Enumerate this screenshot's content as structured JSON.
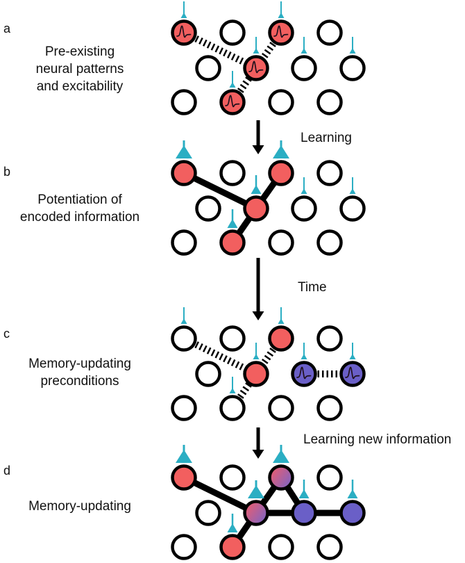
{
  "figure": {
    "colors": {
      "red": "#F25F5F",
      "purple": "#6A5FC7",
      "teal": "#2BAEC3",
      "outline": "#000000",
      "gradient_left": "#EE5C6C",
      "gradient_right": "#7A65C8",
      "background": "#FFFFFF"
    },
    "panels": [
      {
        "id": "a",
        "label": "a",
        "title_lines": [
          "Pre-existing",
          "neural patterns",
          "and excitability"
        ],
        "nodes": [
          {
            "row": 0,
            "col": 0,
            "fill": "red",
            "wave": true
          },
          {
            "row": 0,
            "col": 1,
            "fill": "white"
          },
          {
            "row": 0,
            "col": 2,
            "fill": "red",
            "wave": true
          },
          {
            "row": 0,
            "col": 3,
            "fill": "white"
          },
          {
            "row": 1,
            "col": 0,
            "fill": "white"
          },
          {
            "row": 1,
            "col": 1,
            "fill": "red",
            "wave": true
          },
          {
            "row": 1,
            "col": 2,
            "fill": "white"
          },
          {
            "row": 1,
            "col": 3,
            "fill": "white"
          },
          {
            "row": 2,
            "col": 0,
            "fill": "white"
          },
          {
            "row": 2,
            "col": 1,
            "fill": "red",
            "wave": true
          },
          {
            "row": 2,
            "col": 2,
            "fill": "white"
          },
          {
            "row": 2,
            "col": 3,
            "fill": "white"
          }
        ],
        "edges": [
          {
            "from": [
              0,
              0
            ],
            "to": [
              1,
              1
            ],
            "style": "dashed"
          },
          {
            "from": [
              0,
              2
            ],
            "to": [
              1,
              1
            ],
            "style": "dashed"
          },
          {
            "from": [
              2,
              1
            ],
            "to": [
              1,
              1
            ],
            "style": "dashed"
          }
        ],
        "triangles": [
          {
            "row": 0,
            "col": 0,
            "size": "small"
          },
          {
            "row": 0,
            "col": 2,
            "size": "small"
          },
          {
            "row": 1,
            "col": 1,
            "size": "small"
          },
          {
            "row": 1,
            "col": 2,
            "size": "small"
          },
          {
            "row": 1,
            "col": 3,
            "size": "small"
          },
          {
            "row": 2,
            "col": 1,
            "size": "small"
          }
        ]
      },
      {
        "id": "b",
        "label": "b",
        "title_lines": [
          "Potentiation of",
          "encoded information"
        ],
        "nodes": [
          {
            "row": 0,
            "col": 0,
            "fill": "red"
          },
          {
            "row": 0,
            "col": 1,
            "fill": "white"
          },
          {
            "row": 0,
            "col": 2,
            "fill": "red"
          },
          {
            "row": 0,
            "col": 3,
            "fill": "white"
          },
          {
            "row": 1,
            "col": 0,
            "fill": "white"
          },
          {
            "row": 1,
            "col": 1,
            "fill": "red"
          },
          {
            "row": 1,
            "col": 2,
            "fill": "white"
          },
          {
            "row": 1,
            "col": 3,
            "fill": "white"
          },
          {
            "row": 2,
            "col": 0,
            "fill": "white"
          },
          {
            "row": 2,
            "col": 1,
            "fill": "red"
          },
          {
            "row": 2,
            "col": 2,
            "fill": "white"
          },
          {
            "row": 2,
            "col": 3,
            "fill": "white"
          }
        ],
        "edges": [
          {
            "from": [
              0,
              0
            ],
            "to": [
              1,
              1
            ],
            "style": "solid"
          },
          {
            "from": [
              0,
              2
            ],
            "to": [
              1,
              1
            ],
            "style": "solid"
          },
          {
            "from": [
              2,
              1
            ],
            "to": [
              1,
              1
            ],
            "style": "solid"
          }
        ],
        "triangles": [
          {
            "row": 0,
            "col": 0,
            "size": "large"
          },
          {
            "row": 0,
            "col": 2,
            "size": "large"
          },
          {
            "row": 1,
            "col": 1,
            "size": "medium"
          },
          {
            "row": 1,
            "col": 2,
            "size": "small"
          },
          {
            "row": 1,
            "col": 3,
            "size": "small"
          },
          {
            "row": 2,
            "col": 1,
            "size": "medium"
          }
        ]
      },
      {
        "id": "c",
        "label": "c",
        "title_lines": [
          "Memory-updating",
          "preconditions"
        ],
        "nodes": [
          {
            "row": 0,
            "col": 0,
            "fill": "white"
          },
          {
            "row": 0,
            "col": 1,
            "fill": "white"
          },
          {
            "row": 0,
            "col": 2,
            "fill": "red"
          },
          {
            "row": 0,
            "col": 3,
            "fill": "white"
          },
          {
            "row": 1,
            "col": 0,
            "fill": "white"
          },
          {
            "row": 1,
            "col": 1,
            "fill": "red"
          },
          {
            "row": 1,
            "col": 2,
            "fill": "purple",
            "wave": true
          },
          {
            "row": 1,
            "col": 3,
            "fill": "purple",
            "wave": true
          },
          {
            "row": 2,
            "col": 0,
            "fill": "white"
          },
          {
            "row": 2,
            "col": 1,
            "fill": "white"
          },
          {
            "row": 2,
            "col": 2,
            "fill": "white"
          },
          {
            "row": 2,
            "col": 3,
            "fill": "white"
          }
        ],
        "edges": [
          {
            "from": [
              0,
              0
            ],
            "to": [
              1,
              1
            ],
            "style": "dashed"
          },
          {
            "from": [
              0,
              2
            ],
            "to": [
              1,
              1
            ],
            "style": "dashed"
          },
          {
            "from": [
              2,
              1
            ],
            "to": [
              1,
              1
            ],
            "style": "dashed"
          },
          {
            "from": [
              1,
              2
            ],
            "to": [
              1,
              3
            ],
            "style": "dashed"
          }
        ],
        "triangles": [
          {
            "row": 0,
            "col": 0,
            "size": "small"
          },
          {
            "row": 0,
            "col": 2,
            "size": "small"
          },
          {
            "row": 1,
            "col": 1,
            "size": "small"
          },
          {
            "row": 1,
            "col": 2,
            "size": "small"
          },
          {
            "row": 1,
            "col": 3,
            "size": "small"
          },
          {
            "row": 2,
            "col": 1,
            "size": "small"
          }
        ]
      },
      {
        "id": "d",
        "label": "d",
        "title_lines": [
          "Memory-updating"
        ],
        "nodes": [
          {
            "row": 0,
            "col": 0,
            "fill": "red"
          },
          {
            "row": 0,
            "col": 1,
            "fill": "white"
          },
          {
            "row": 0,
            "col": 2,
            "fill": "gradient"
          },
          {
            "row": 0,
            "col": 3,
            "fill": "white"
          },
          {
            "row": 1,
            "col": 0,
            "fill": "white"
          },
          {
            "row": 1,
            "col": 1,
            "fill": "gradient"
          },
          {
            "row": 1,
            "col": 2,
            "fill": "purple"
          },
          {
            "row": 1,
            "col": 3,
            "fill": "purple"
          },
          {
            "row": 2,
            "col": 0,
            "fill": "white"
          },
          {
            "row": 2,
            "col": 1,
            "fill": "red"
          },
          {
            "row": 2,
            "col": 2,
            "fill": "white"
          },
          {
            "row": 2,
            "col": 3,
            "fill": "white"
          }
        ],
        "edges": [
          {
            "from": [
              0,
              0
            ],
            "to": [
              1,
              1
            ],
            "style": "solid"
          },
          {
            "from": [
              0,
              2
            ],
            "to": [
              1,
              1
            ],
            "style": "solid"
          },
          {
            "from": [
              0,
              2
            ],
            "to": [
              1,
              2
            ],
            "style": "solid"
          },
          {
            "from": [
              1,
              1
            ],
            "to": [
              1,
              2
            ],
            "style": "solid"
          },
          {
            "from": [
              1,
              2
            ],
            "to": [
              1,
              3
            ],
            "style": "solid"
          },
          {
            "from": [
              2,
              1
            ],
            "to": [
              1,
              1
            ],
            "style": "solid"
          }
        ],
        "triangles": [
          {
            "row": 0,
            "col": 0,
            "size": "large"
          },
          {
            "row": 0,
            "col": 2,
            "size": "large"
          },
          {
            "row": 1,
            "col": 1,
            "size": "large"
          },
          {
            "row": 1,
            "col": 2,
            "size": "medium"
          },
          {
            "row": 1,
            "col": 3,
            "size": "medium"
          },
          {
            "row": 2,
            "col": 1,
            "size": "medium"
          }
        ]
      }
    ],
    "arrows": [
      {
        "label": "Learning"
      },
      {
        "label": "Time"
      },
      {
        "label": "Learning new information"
      }
    ]
  }
}
